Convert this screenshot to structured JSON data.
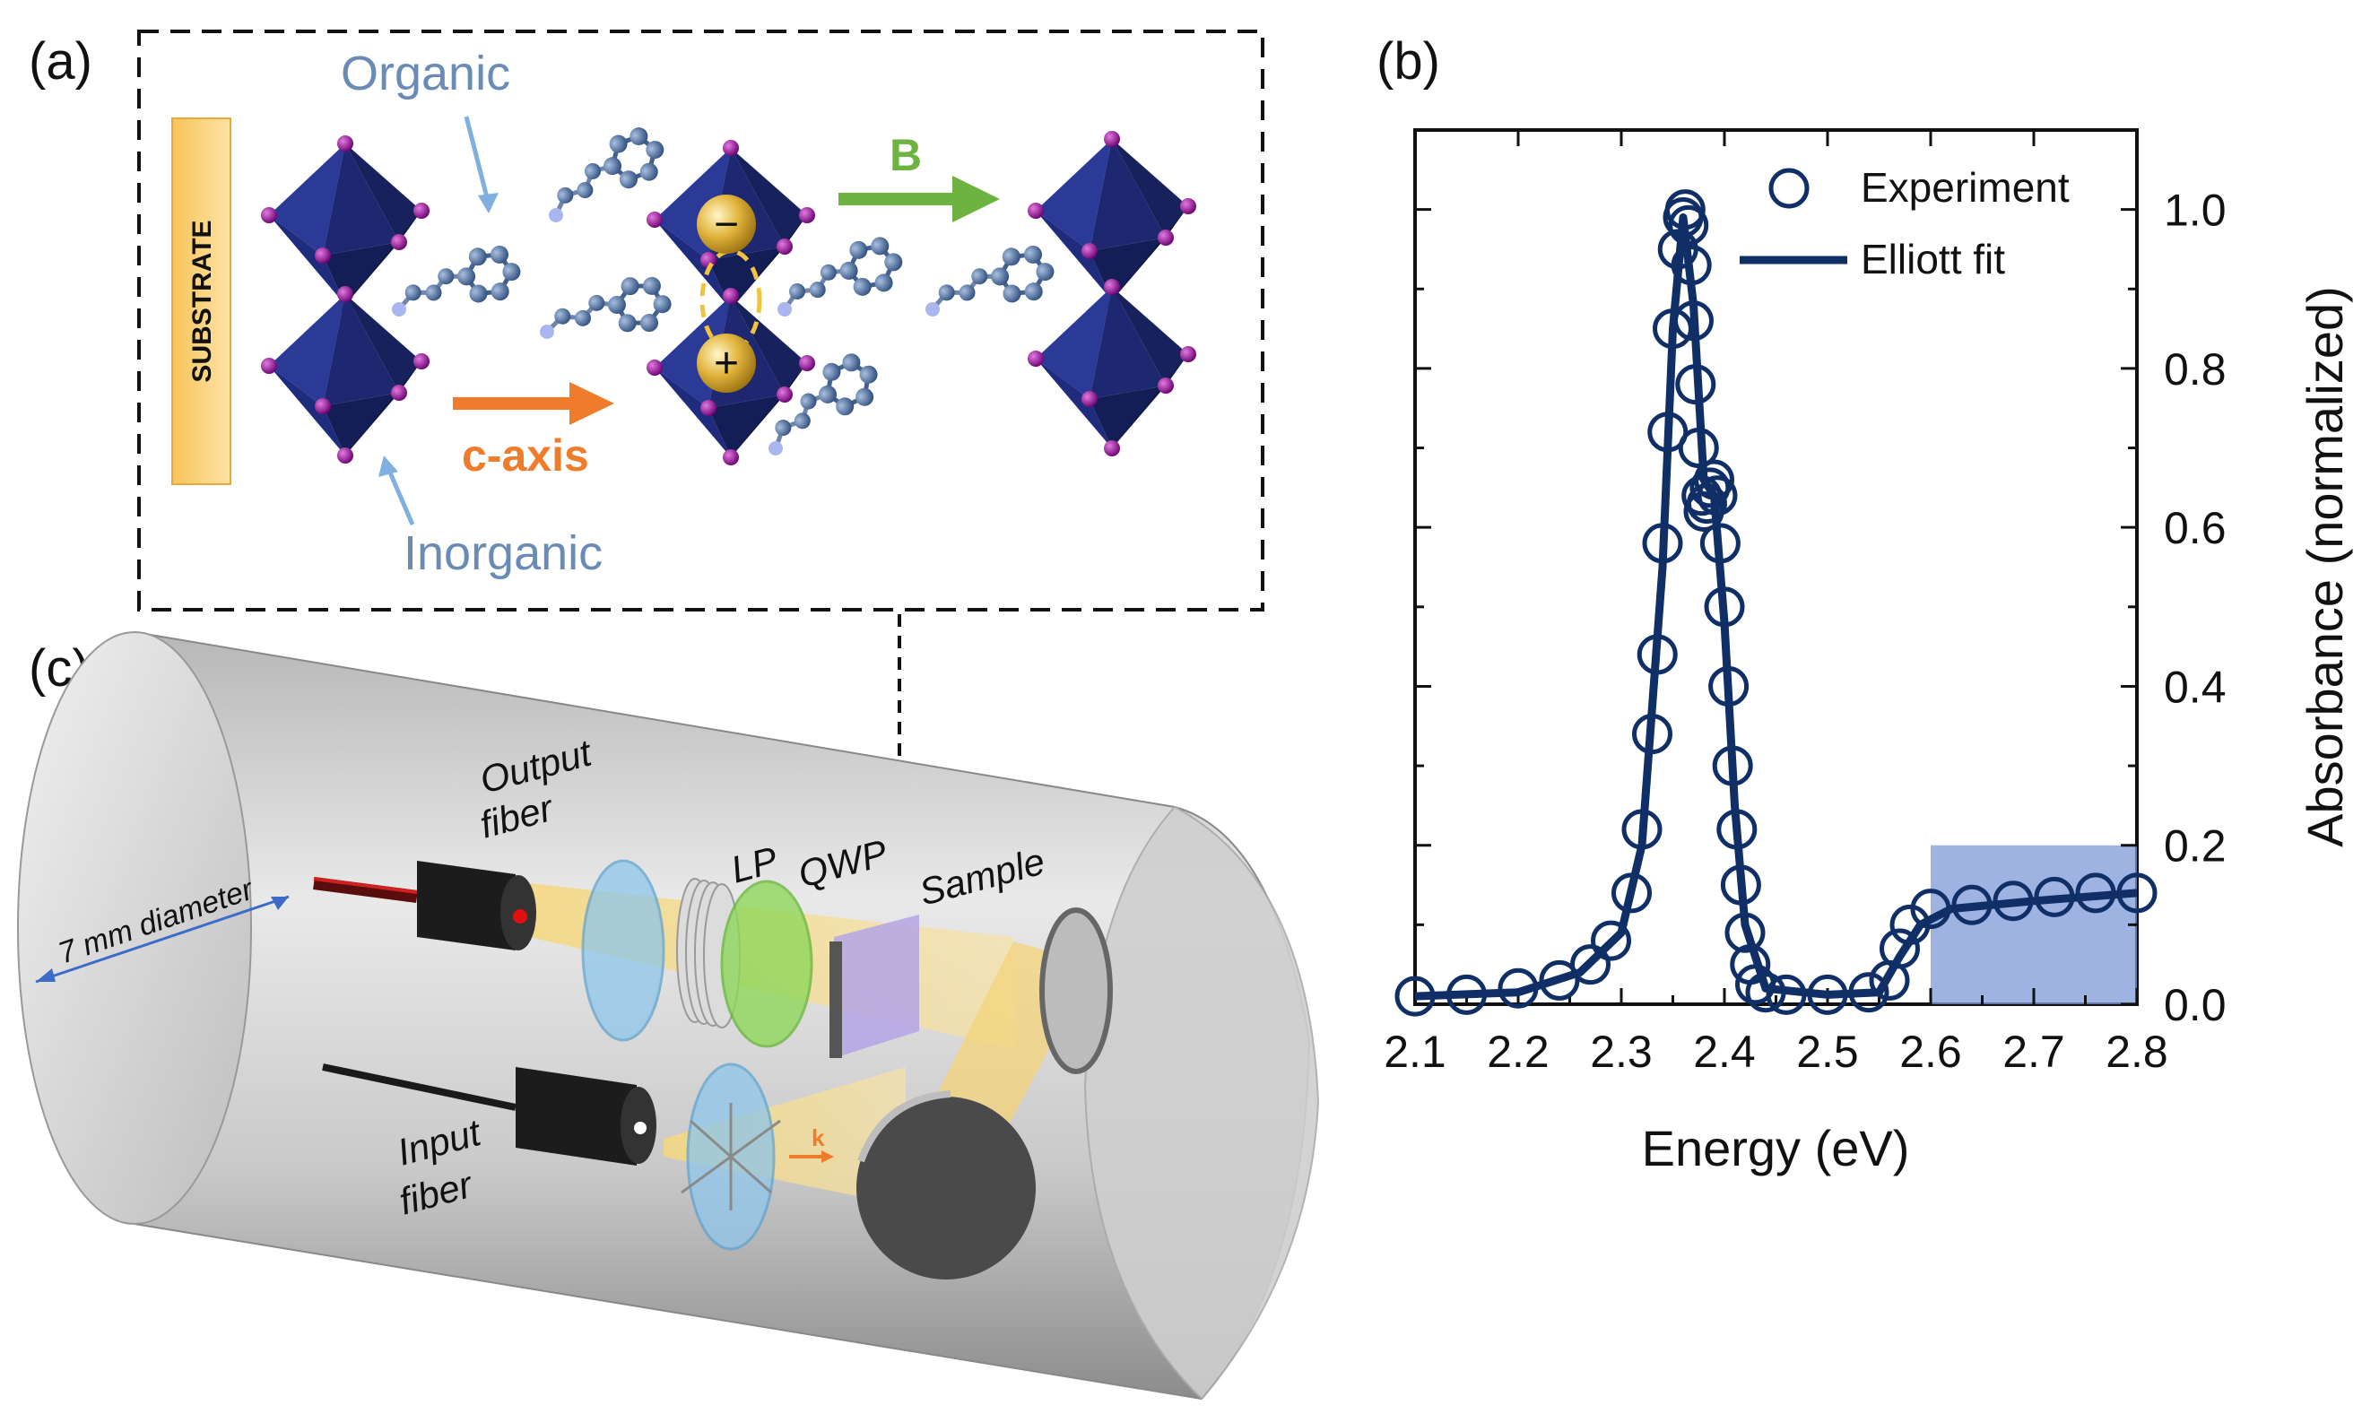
{
  "panel_a": {
    "label": "(a)",
    "substrate": "SUBSTRATE",
    "organic": "Organic",
    "inorganic": "Inorganic",
    "c_axis": "c-axis",
    "b_field": "B",
    "minus": "−",
    "plus": "+"
  },
  "panel_b": {
    "label": "(b)",
    "legend_experiment": "Experiment",
    "legend_fit": "Elliott fit"
  },
  "panel_c": {
    "label": "(c)",
    "diameter": "7 mm diameter",
    "output_fiber_1": "Output",
    "output_fiber_2": "fiber",
    "input_fiber_1": "Input",
    "input_fiber_2": "fiber",
    "lp": "LP",
    "qwp": "QWP",
    "sample": "Sample",
    "k": "k"
  },
  "colors": {
    "data_blue": "#0f2f66",
    "octahedron": "#24328a",
    "vertex": "#8a008c",
    "organic_text": "#6a8bb5",
    "c_axis_orange": "#ef7c2a",
    "b_green": "#6db33f",
    "shade_blue": "#7e9ad8"
  },
  "chart_data": {
    "type": "scatter",
    "xlabel": "Energy (eV)",
    "ylabel": "Absorbance (normalized)",
    "xlim": [
      2.1,
      2.8
    ],
    "ylim": [
      0.0,
      1.1
    ],
    "x_ticks": [
      "2.1",
      "2.2",
      "2.3",
      "2.4",
      "2.5",
      "2.6",
      "2.7",
      "2.8"
    ],
    "y_ticks": [
      "0.0",
      "0.2",
      "0.4",
      "0.6",
      "0.8",
      "1.0"
    ],
    "y_axis_side": "right",
    "legend": "top-right",
    "shaded_region": {
      "x": [
        2.6,
        2.8
      ],
      "y": [
        0.0,
        0.2
      ]
    },
    "series": [
      {
        "name": "Experiment",
        "style": "open-circles",
        "x": [
          2.1,
          2.15,
          2.2,
          2.24,
          2.27,
          2.29,
          2.31,
          2.32,
          2.33,
          2.335,
          2.34,
          2.345,
          2.35,
          2.355,
          2.36,
          2.362,
          2.365,
          2.368,
          2.37,
          2.372,
          2.375,
          2.378,
          2.38,
          2.383,
          2.386,
          2.39,
          2.393,
          2.396,
          2.4,
          2.404,
          2.408,
          2.412,
          2.416,
          2.42,
          2.425,
          2.43,
          2.44,
          2.46,
          2.5,
          2.54,
          2.56,
          2.57,
          2.58,
          2.6,
          2.64,
          2.68,
          2.72,
          2.76,
          2.8
        ],
        "y": [
          0.01,
          0.012,
          0.02,
          0.03,
          0.05,
          0.08,
          0.14,
          0.22,
          0.34,
          0.44,
          0.58,
          0.72,
          0.85,
          0.95,
          0.99,
          1.0,
          0.98,
          0.93,
          0.86,
          0.78,
          0.7,
          0.64,
          0.62,
          0.63,
          0.65,
          0.66,
          0.64,
          0.58,
          0.5,
          0.4,
          0.3,
          0.22,
          0.15,
          0.09,
          0.05,
          0.025,
          0.015,
          0.012,
          0.012,
          0.015,
          0.03,
          0.07,
          0.1,
          0.12,
          0.125,
          0.13,
          0.135,
          0.14,
          0.14
        ]
      },
      {
        "name": "Elliott fit",
        "style": "line",
        "x": [
          2.1,
          2.2,
          2.26,
          2.3,
          2.32,
          2.34,
          2.35,
          2.36,
          2.37,
          2.38,
          2.39,
          2.4,
          2.41,
          2.42,
          2.44,
          2.5,
          2.55,
          2.57,
          2.59,
          2.62,
          2.7,
          2.8
        ],
        "y": [
          0.01,
          0.015,
          0.04,
          0.09,
          0.2,
          0.55,
          0.85,
          0.99,
          0.88,
          0.66,
          0.64,
          0.48,
          0.25,
          0.1,
          0.02,
          0.012,
          0.015,
          0.06,
          0.1,
          0.12,
          0.13,
          0.14
        ]
      }
    ]
  }
}
